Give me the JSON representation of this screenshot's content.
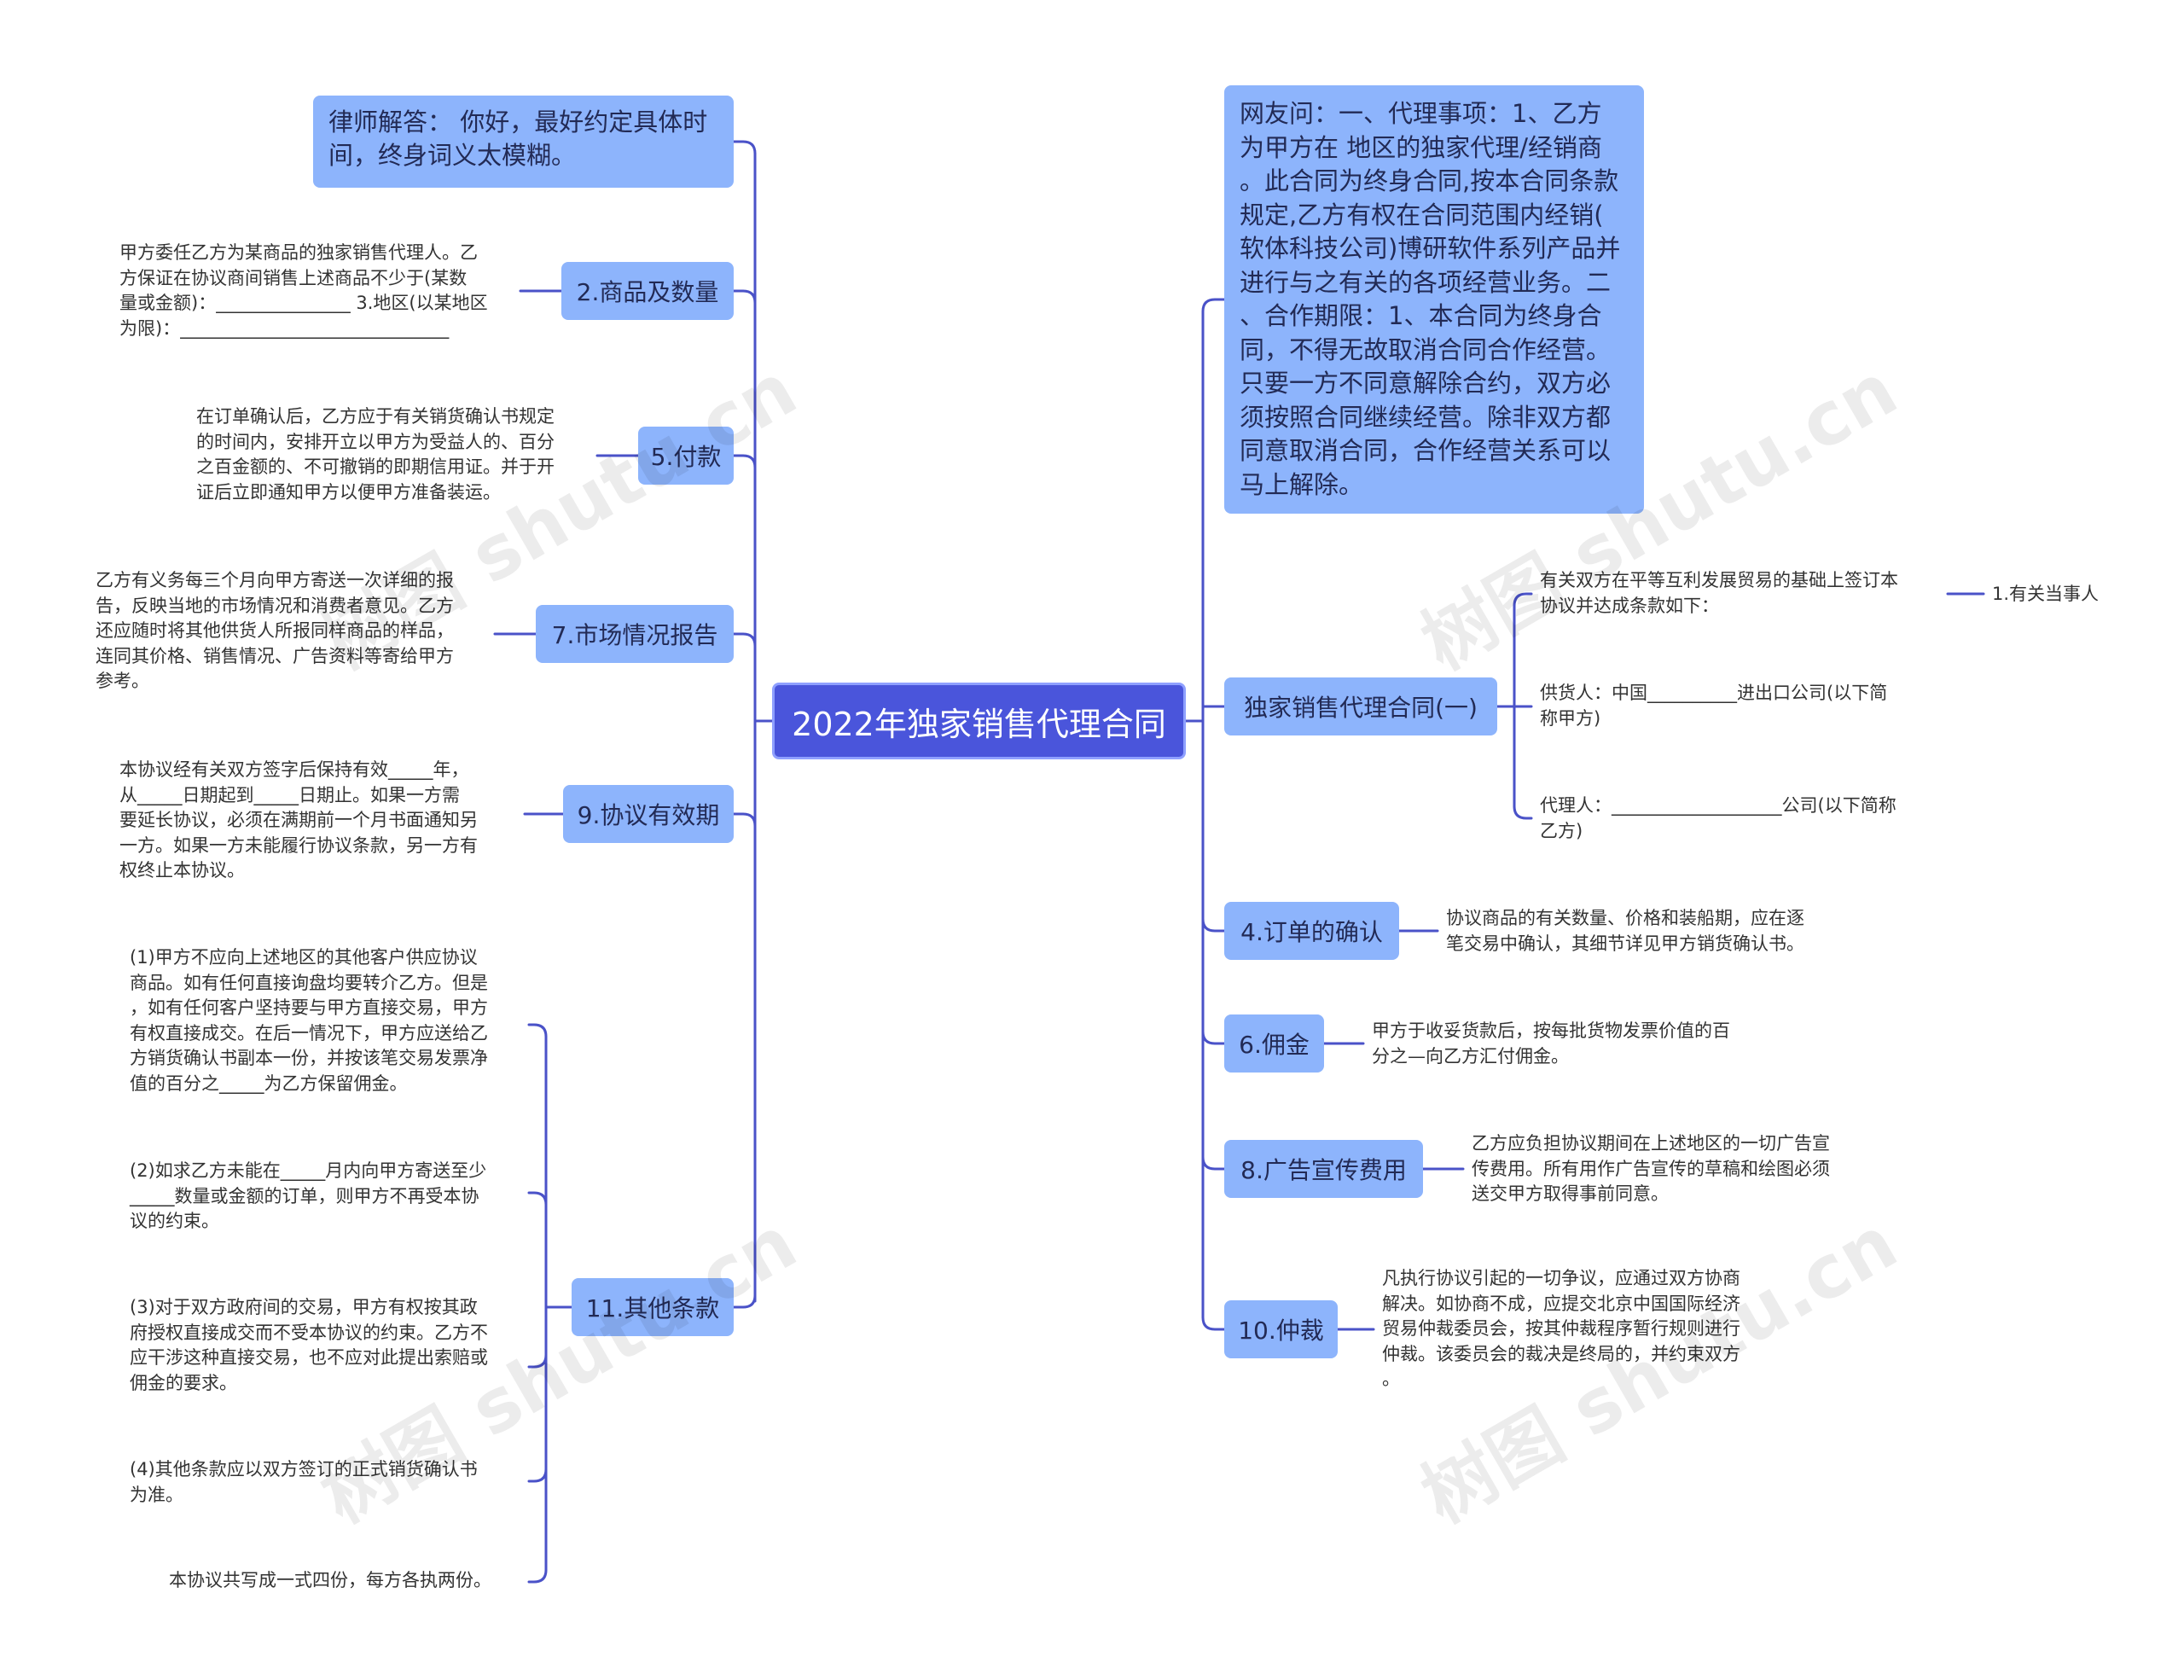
{
  "root": {
    "label": "2022年独家销售代理合同"
  },
  "left": {
    "lawyer": {
      "lines": [
        "律师解答： 你好，最好约定具体时",
        "间，终身词义太模糊。"
      ]
    },
    "b2": {
      "label": "2.商品及数量",
      "text": [
        "甲方委任乙方为某商品的独家销售代理人。乙",
        "方保证在协议商间销售上述商品不少于(某数",
        "量或金额)：_______________ 3.地区(以某地区",
        "为限)：______________________________"
      ]
    },
    "b5": {
      "label": "5.付款",
      "text": [
        "在订单确认后，乙方应于有关销货确认书规定",
        "的时间内，安排开立以甲方为受益人的、百分",
        "之百金额的、不可撤销的即期信用证。并于开",
        "证后立即通知甲方以便甲方准备装运。"
      ]
    },
    "b7": {
      "label": "7.市场情况报告",
      "text": [
        "乙方有义务每三个月向甲方寄送一次详细的报",
        "告，反映当地的市场情况和消费者意见。乙方",
        "还应随时将其他供货人所报同样商品的样品，",
        "连同其价格、销售情况、广告资料等寄给甲方",
        "参考。"
      ]
    },
    "b9": {
      "label": "9.协议有效期",
      "text": [
        "本协议经有关双方签字后保持有效_____年，",
        "从_____日期起到_____日期止。如果一方需",
        "要延长协议，必须在满期前一个月书面通知另",
        "一方。如果一方未能履行协议条款，另一方有",
        "权终止本协议。"
      ]
    },
    "b11": {
      "label": "11.其他条款",
      "items": [
        [
          "(1)甲方不应向上述地区的其他客户供应协议",
          "商品。如有任何直接询盘均要转介乙方。但是",
          "，如有任何客户坚持要与甲方直接交易，甲方",
          "有权直接成交。在后一情况下，甲方应送给乙",
          "方销货确认书副本一份，并按该笔交易发票净",
          "值的百分之_____为乙方保留佣金。"
        ],
        [
          "(2)如求乙方未能在_____月内向甲方寄送至少",
          "_____数量或金额的订单，则甲方不再受本协",
          "议的约束。"
        ],
        [
          "(3)对于双方政府间的交易，甲方有权按其政",
          "府授权直接成交而不受本协议的约束。乙方不",
          "应干涉这种直接交易，也不应对此提出索赔或",
          "佣金的要求。"
        ],
        [
          "(4)其他条款应以双方签订的正式销货确认书",
          "为准。"
        ],
        [
          "本协议共写成一式四份，每方各执两份。"
        ]
      ]
    }
  },
  "right": {
    "netizen": {
      "lines": [
        "网友问：一、代理事项：1、乙方",
        "为甲方在 地区的独家代理/经销商",
        "。此合同为终身合同,按本合同条款",
        "规定,乙方有权在合同范围内经销(",
        "软体科技公司)博研软件系列产品并",
        "进行与之有关的各项经营业务。二",
        "、合作期限：1、本合同为终身合",
        "同，不得无故取消合同合作经营。",
        "只要一方不同意解除合约，双方必",
        "须按照合同继续经营。除非双方都",
        "同意取消合同，合作经营关系可以",
        "马上解除。"
      ]
    },
    "contract": {
      "label": "独家销售代理合同(一)",
      "items": [
        [
          "有关双方在平等互利发展贸易的基础上签订本",
          "协议并达成条款如下："
        ],
        [
          "供货人：中国__________进出口公司(以下简",
          "称甲方)"
        ],
        [
          "代理人：___________________公司(以下简称",
          "乙方)"
        ]
      ],
      "sub": "1.有关当事人"
    },
    "b4": {
      "label": "4.订单的确认",
      "text": [
        "协议商品的有关数量、价格和装船期，应在逐",
        "笔交易中确认，其细节详见甲方销货确认书。"
      ]
    },
    "b6": {
      "label": "6.佣金",
      "text": [
        "甲方于收妥货款后，按每批货物发票价值的百",
        "分之—向乙方汇付佣金。"
      ]
    },
    "b8": {
      "label": "8.广告宣传费用",
      "text": [
        "乙方应负担协议期间在上述地区的一切广告宣",
        "传费用。所有用作广告宣传的草稿和绘图必须",
        "送交甲方取得事前同意。"
      ]
    },
    "b10": {
      "label": "10.仲裁",
      "text": [
        "凡执行协议引起的一切争议，应通过双方协商",
        "解决。如协商不成，应提交北京中国国际经济",
        "贸易仲裁委员会，按其仲裁程序暂行规则进行",
        "仲裁。该委员会的裁决是终局的，并约束双方",
        "。"
      ]
    }
  },
  "watermark": "树图 shutu.cn",
  "colors": {
    "root": "#4A55DB",
    "branch": "#8DB4FC",
    "connector": "#4A52C8"
  }
}
